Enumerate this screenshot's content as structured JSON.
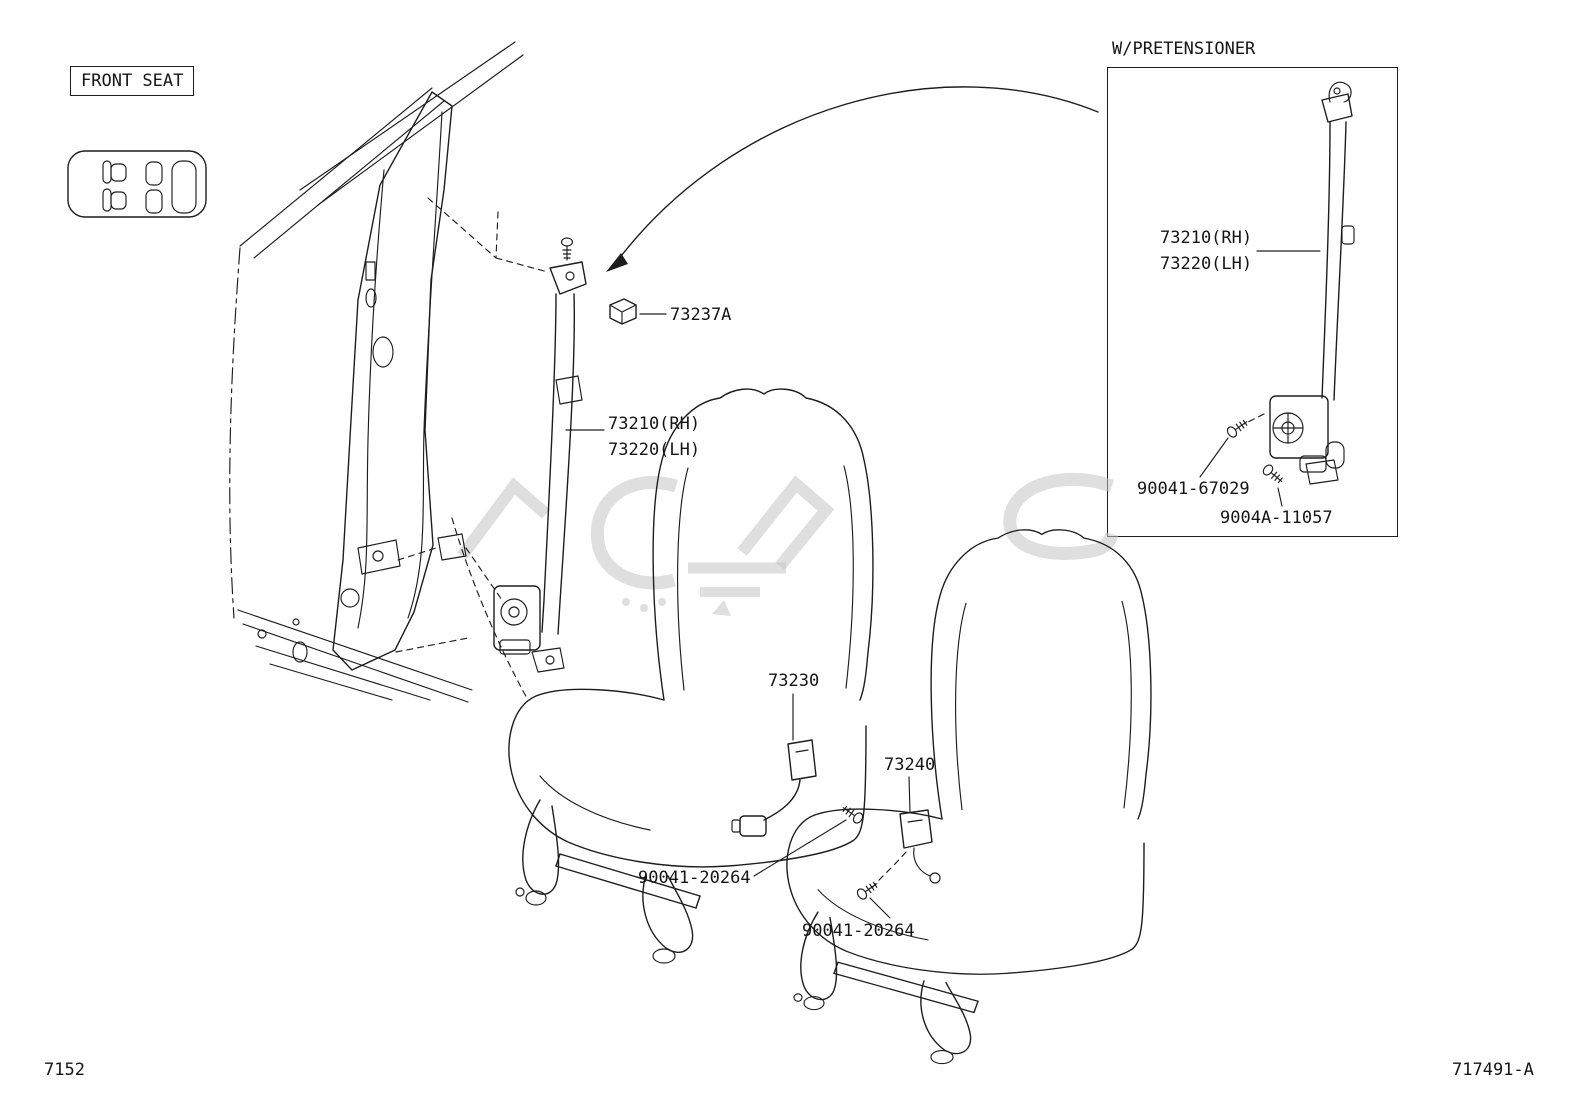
{
  "colors": {
    "background": "#ffffff",
    "line": "#1d1d1d",
    "watermark": "#c4c4c4"
  },
  "legend": {
    "title": "FRONT SEAT"
  },
  "icons": {
    "vehicle_layout": "car-top-view-seat-location-icon"
  },
  "inset": {
    "title": "W/PRETENSIONER",
    "belt_label_rh": "73210(RH)",
    "belt_label_lh": "73220(LH)",
    "bolt_label_1": "90041-67029",
    "bolt_label_2": "9004A-11057"
  },
  "diagram": {
    "cap_label": "73237A",
    "belt_label_rh": "73210(RH)",
    "belt_label_lh": "73220(LH)",
    "inner_buckle_label": "73230",
    "outer_buckle_label": "73240",
    "bolt_label_left": "90041-20264",
    "bolt_label_right": "90041-20264"
  },
  "footer": {
    "figure_number": "7152",
    "drawing_number": "717491-A"
  }
}
